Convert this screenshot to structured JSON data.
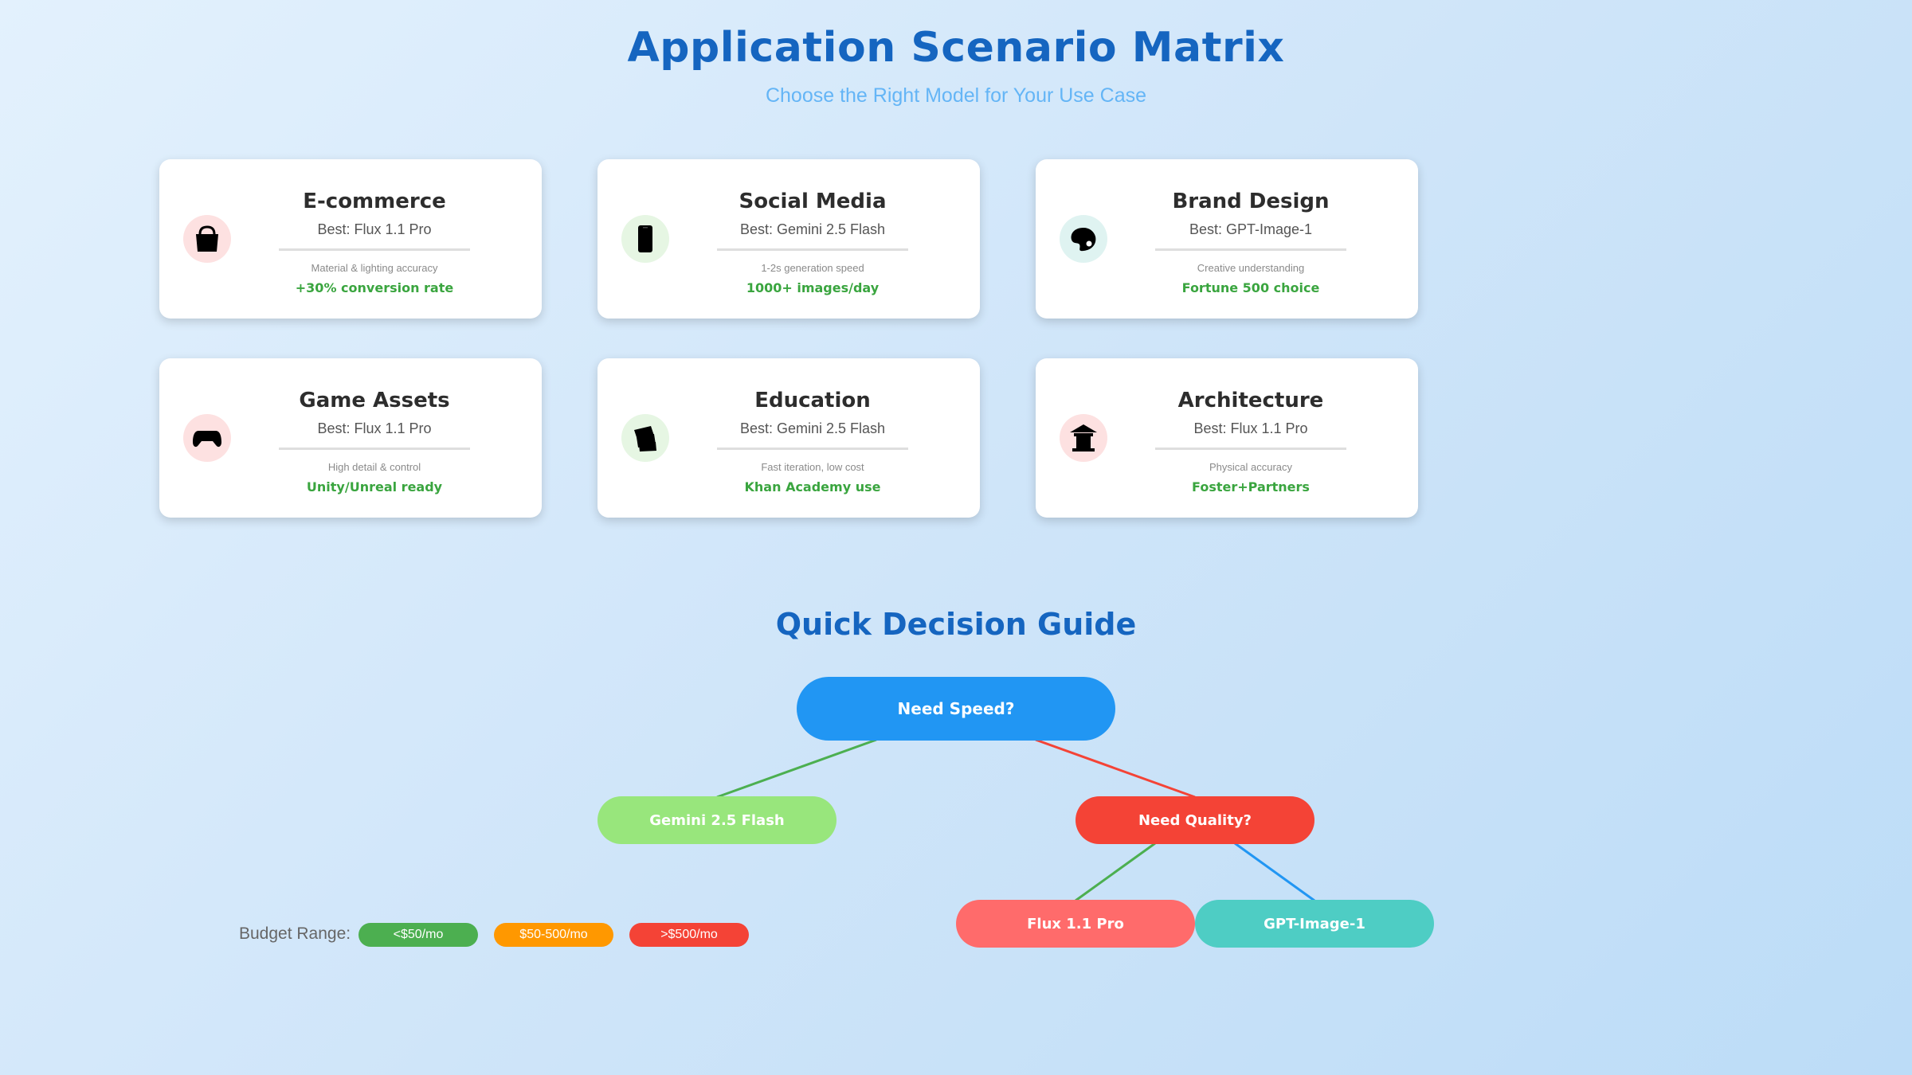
{
  "header": {
    "title": "Application Scenario Matrix",
    "subtitle": "Choose the Right Model for Your Use Case"
  },
  "scenarios": [
    {
      "title": "E-commerce",
      "best": "Best: Flux 1.1 Pro",
      "metric": "Material & lighting accuracy",
      "result": "+30% conversion rate",
      "icon": "shopping-bag-icon",
      "icon_bg": "#fde1e1"
    },
    {
      "title": "Social Media",
      "best": "Best: Gemini 2.5 Flash",
      "metric": "1-2s generation speed",
      "result": "1000+ images/day",
      "icon": "mobile-phone-icon",
      "icon_bg": "#e6f6e3"
    },
    {
      "title": "Brand Design",
      "best": "Best: GPT-Image-1",
      "metric": "Creative understanding",
      "result": "Fortune 500 choice",
      "icon": "palette-icon",
      "icon_bg": "#dff3f1"
    },
    {
      "title": "Game Assets",
      "best": "Best: Flux 1.1 Pro",
      "metric": "High detail & control",
      "result": "Unity/Unreal ready",
      "icon": "game-controller-icon",
      "icon_bg": "#fde1e1"
    },
    {
      "title": "Education",
      "best": "Best: Gemini 2.5 Flash",
      "metric": "Fast iteration, low cost",
      "result": "Khan Academy use",
      "icon": "books-icon",
      "icon_bg": "#e6f6e3"
    },
    {
      "title": "Architecture",
      "best": "Best: Flux 1.1 Pro",
      "metric": "Physical accuracy",
      "result": "Foster+Partners",
      "icon": "building-icon",
      "icon_bg": "#fde1e1"
    }
  ],
  "decision_guide": {
    "title": "Quick Decision Guide",
    "nodes": {
      "root": "Need Speed?",
      "speed_yes": "Gemini 2.5 Flash",
      "quality": "Need Quality?",
      "quality_left": "Flux 1.1 Pro",
      "quality_right": "GPT-Image-1"
    },
    "colors": {
      "root": "#2196f3",
      "speed_yes": "#98e67c",
      "quality": "#f44336",
      "quality_left": "#ff6b6b",
      "quality_right": "#4ecdc4",
      "edge_green": "#4caf50",
      "edge_red": "#f44336",
      "edge_blue": "#2196f3"
    }
  },
  "budget": {
    "label": "Budget Range:",
    "ranges": [
      {
        "label": "<$50/mo",
        "color": "#4caf50"
      },
      {
        "label": "$50-500/mo",
        "color": "#ff9800"
      },
      {
        "label": ">$500/mo",
        "color": "#f44336"
      }
    ]
  }
}
